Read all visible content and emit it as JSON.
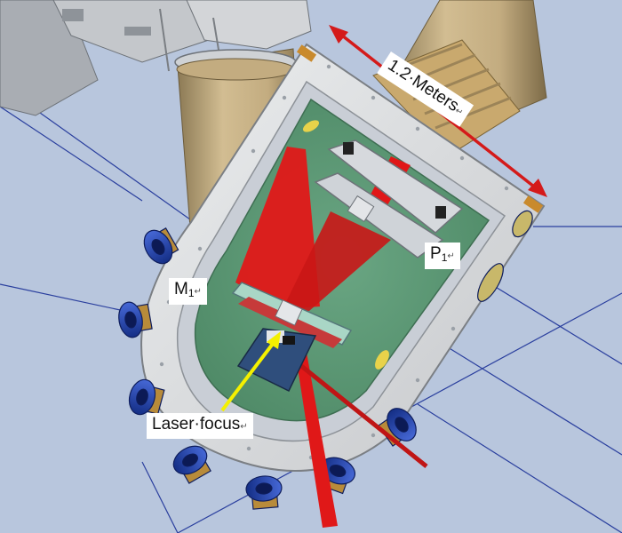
{
  "labels": {
    "dimension": "1.2·Meters",
    "p1_main": "P",
    "p1_sub": "1",
    "m1_main": "M",
    "m1_sub": "1",
    "laser_focus": "Laser·focus",
    "return_mark": "↵"
  },
  "colors": {
    "background": "#b8c6dd",
    "chamber_frame": "#d9dadc",
    "breadboard": "#5f9c78",
    "laser_beam": "#e01818",
    "dimension_arrow": "#d41a1a",
    "focus_arrow": "#f4f000",
    "port_flange": "#1d3fa8",
    "pipe_tan": "#c3ac80"
  },
  "icons": {
    "dimension_arrow": "double-headed-arrow",
    "focus_arrow": "pointer-arrow"
  }
}
